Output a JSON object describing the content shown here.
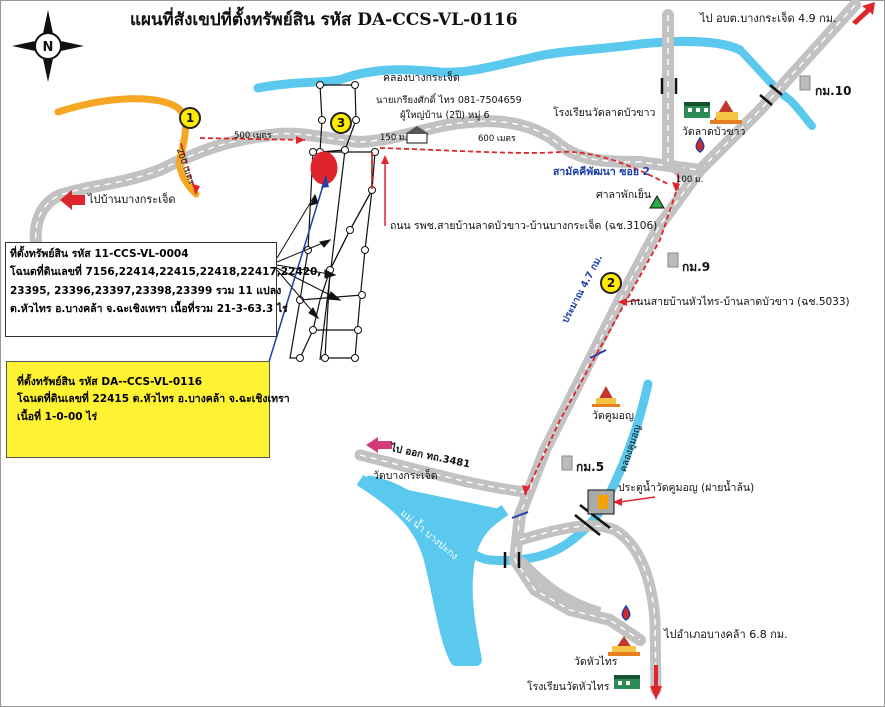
{
  "title": "แผนที่สังเขปที่ตั้งทรัพย์สิน รหัส DA-CCS-VL-0116",
  "compass": {
    "letter": "N"
  },
  "labels": {
    "to_chachoengsao_district": "ไป อบต.บางกระเจ็ด 4.9 กม.",
    "canal_bangkrachet": "คลองบางกระเจ็ด",
    "village_head": "นายเกรียงศักดิ์ ไทร 081-7504659",
    "village_head_sub": "ผู้ใหญ่บ้าน (2ปี) หมู่ 6",
    "school_latbuakhao": "โรงเรียนวัดลาดบัวขาว",
    "wat_latbuakhao": "วัดลาดบัวขาว",
    "km10": "กม.10",
    "km9": "กม.9",
    "km5": "กม.5",
    "to_ban_bangkrachet": "ไปบ้านบางกระเจ็ด",
    "samakkhi_soi2": "สามัคคีพัฒนา ซอย 2",
    "sala": "ศาลาพักเย็น",
    "road_3106": "ถนน รพช.สายบ้านลาดบัวขาว-บ้านบางกระเจ็ด (ฉช.3106)",
    "road_5033": "ถนนสายบ้านหัวไทร-บ้านลาดบัวขาว (ฉช.5033)",
    "approx_47km": "ประมาณ 4.7 กม.",
    "wat_khumonya": "วัดคูมอญ",
    "khlong_khumonya": "คลองคูมอญ",
    "to_exit_3481": "ไป ออก ทถ.3481",
    "wat_bangkrachet": "วัดบางกระเจ็ด",
    "mae_nam_bangpakong": "แม่ น้ำ บางปะกง",
    "floodgate": "ประตูน้ำวัดคูมอญ (ฝายน้ำล้น)",
    "to_bangkhla": "ไปอำเภอบางคล้า 6.8 กม.",
    "wat_huasai": "วัดหัวไทร",
    "school_huasai": "โรงเรียนวัดหัวไทร"
  },
  "distances": {
    "d500": "500 เมตร",
    "d200": "200 เมตร",
    "d150": "150 ม.",
    "d600": "600 เมตร",
    "d100": "100 ม."
  },
  "markers": {
    "m1": "1",
    "m2": "2",
    "m3": "3"
  },
  "box_other": {
    "line1": "ที่ตั้งทรัพย์สิน รหัส 11-CCS-VL-0004",
    "line2": "โฉนดที่ดินเลขที่ 7156,22414,22415,22418,22417,22420,",
    "line3": "23395, 23396,23397,23398,23399 รวม 11 แปลง",
    "line4": "ต.หัวไทร อ.บางคล้า จ.ฉะเชิงเทรา เนื้อที่รวม 21-3-63.3 ไร่"
  },
  "box_main": {
    "line1": "ที่ตั้งทรัพย์สิน รหัส DA--CCS-VL-0116",
    "line2": "โฉนดที่ดินเลขที่ 22415 ต.หัวไทร อ.บางคล้า จ.ฉะเชิงเทรา",
    "line3": "เนื้อที่ 1-0-00 ไร่"
  },
  "colors": {
    "road": "#c2c2c2",
    "road_stripe": "#ffffff",
    "water": "#5bc8ee",
    "orange_road": "#f5a623",
    "route": "#e0242c",
    "highlight_box": "#fff232"
  }
}
